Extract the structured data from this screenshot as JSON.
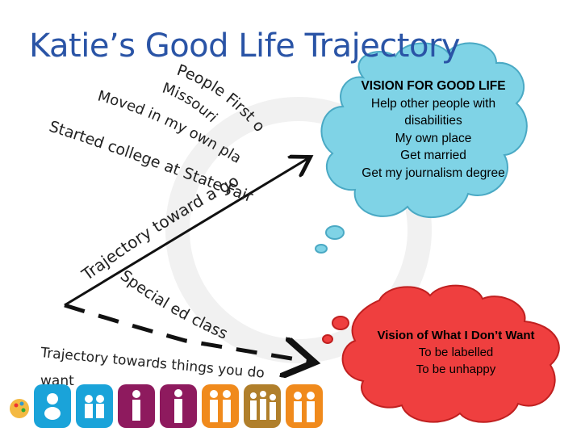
{
  "title": "Katie’s Good Life Trajectory",
  "vision_good": {
    "heading": "VISION FOR GOOD LIFE",
    "items": [
      "Help other people with disabilities",
      "My own place",
      "Get married",
      "Get my journalism degree"
    ]
  },
  "vision_bad": {
    "heading": "Vision of What I Don’t Want",
    "items": [
      "To be labelled",
      "To be unhappy"
    ]
  },
  "upper_arrow_labels": {
    "started": "Started college at State Fair",
    "moved": "Moved in my own place",
    "missouri": "Missouri",
    "people_first": "People First of",
    "trajectory": "Trajectory toward a good life"
  },
  "lower_arrow_labels": {
    "special_ed": "Special ed classes",
    "trajectory_line1": "Trajectory towards things you don’t",
    "trajectory_line2": "want"
  },
  "colors": {
    "title": "#2a54a6",
    "good_cloud": "#7fd3e6",
    "bad_cloud": "#ef3f3f",
    "arrows": "#111111"
  }
}
